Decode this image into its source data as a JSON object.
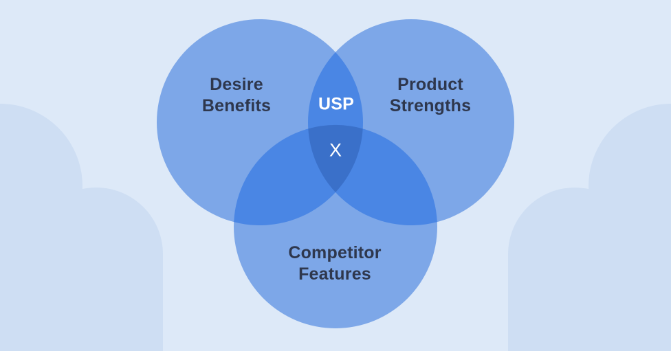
{
  "diagram": {
    "type": "venn",
    "sets": {
      "desire": {
        "line1": "Desire",
        "line2": "Benefits"
      },
      "product": {
        "line1": "Product",
        "line2": "Strengths"
      },
      "competitor": {
        "line1": "Competitor",
        "line2": "Features"
      }
    },
    "intersections": {
      "usp": "USP",
      "core": "X"
    }
  },
  "chart_data": {
    "type": "venn",
    "title": "",
    "sets": [
      "Desire Benefits",
      "Product Strengths",
      "Competitor Features"
    ],
    "regions": [
      {
        "label": "Desire Benefits",
        "circles": [
          "desire"
        ]
      },
      {
        "label": "Product Strengths",
        "circles": [
          "product"
        ]
      },
      {
        "label": "Competitor Features",
        "circles": [
          "competitor"
        ]
      },
      {
        "label": "USP",
        "circles": [
          "desire",
          "product"
        ]
      },
      {
        "label": "X",
        "circles": [
          "desire",
          "product",
          "competitor"
        ]
      }
    ]
  },
  "colors": {
    "background": "#DDE9F8",
    "decor_arch": "#CEDEF3",
    "set_fill": "#7DA7E8",
    "pair_fill": "#4A86E4",
    "triple_fill": "#3A70C9",
    "label_text": "#2E374D",
    "overlap_text": "#FFFFFF"
  }
}
